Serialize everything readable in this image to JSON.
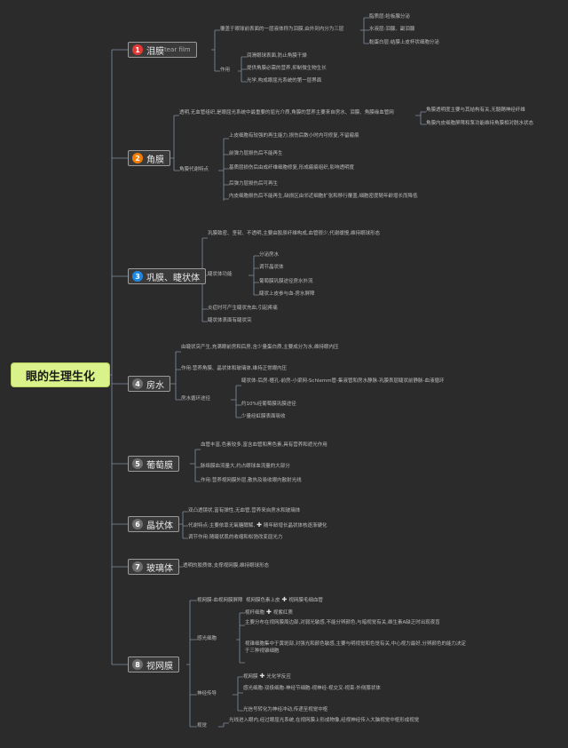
{
  "root": {
    "label": "眼的生理生化"
  },
  "colors": {
    "red": "#e53935",
    "orange": "#f57c00",
    "blue": "#1e88e5",
    "grey": "#6f6f6f",
    "root": "#d9f28a",
    "line": "#7f8f9f"
  },
  "nodes": [
    {
      "num": "1",
      "title": "泪膜",
      "sub": "tear film"
    },
    {
      "num": "2",
      "title": "角膜",
      "sub": ""
    },
    {
      "num": "3",
      "title": "巩膜、睫状体",
      "sub": ""
    },
    {
      "num": "4",
      "title": "房水",
      "sub": ""
    },
    {
      "num": "5",
      "title": "葡萄膜",
      "sub": ""
    },
    {
      "num": "6",
      "title": "晶状体",
      "sub": ""
    },
    {
      "num": "7",
      "title": "玻璃体",
      "sub": ""
    },
    {
      "num": "8",
      "title": "视网膜",
      "sub": ""
    }
  ],
  "n1": {
    "a": "覆盖于眼球前表面的一层液体称为泪膜,由外到内分为三层",
    "a1": "脂质层:睑板腺分泌",
    "a2": "水液层:泪腺、副泪腺",
    "a3": "黏蛋白层:结膜上皮杯状细胞分泌",
    "b": "作用",
    "b1": "润滑眼球表面,防止角膜干燥",
    "b2": "提供角膜必需的营养,抑制微生物生长",
    "b3": "光学,构成眼屈光系统的第一层界面"
  },
  "n2": {
    "a": "透明,无血管组织,是眼屈光系统中最重要的屈光介质,角膜的营养主要来自房水、泪膜、角膜缘血管网",
    "a1": "角膜透明度主要与其结构有关,无髓鞘神经纤维",
    "a2": "角膜内皮细胞屏障和泵功能维持角膜相对脱水状态",
    "b": "角膜代谢特点",
    "b1": "上皮细胞有较强的再生能力,损伤后数小时内可修复,不留瘢痕",
    "b2": "前弹力层损伤后不能再生",
    "b3": "基质层损伤后由成纤维细胞修复,形成瘢痕组织,影响透明度",
    "b4": "后弹力层损伤后可再生",
    "b5": "内皮细胞损伤后不能再生,缺损区由邻近细胞扩张和移行覆盖,细胞密度随年龄增长而降低"
  },
  "n3": {
    "a": "巩膜致密、坚韧、不透明,主要由胶原纤维构成,血管很少,代谢缓慢,维持眼球形态",
    "b": "睫状体功能",
    "b1": "分泌房水",
    "b2": "调节晶状体",
    "b3": "葡萄膜巩膜途径房水外流",
    "b4": "睫状上皮参与血-房水屏障",
    "c": "炎症时可产生睫状充血,引起疼痛",
    "d": "睫状体表面有睫状突"
  },
  "n4": {
    "a": "由睫状突产生,充满眼前房和后房,含少量蛋白质,主要成分为水,维持眼内压",
    "b": "作用:营养角膜、晶状体和玻璃体,维持正常眼内压",
    "c": "房水循环途径",
    "c1": "睫状体-后房-瞳孔-前房-小梁网-Schlemm管-集液管和房水静脉-巩膜表层睫状前静脉-血液循环",
    "c2": "约10%经葡萄膜巩膜途径",
    "c3": "少量经虹膜表面吸收"
  },
  "n5": {
    "a": "血管丰富,色素较多,富含血管和黑色素,具有营养和遮光作用",
    "b": "脉络膜血流量大,约占眼球血流量的大部分",
    "c": "作用:营养视网膜外层,散热及吸收眼内散射光线"
  },
  "n6": {
    "a": "双凸透镜状,富有弹性,无血管,营养来自房水和玻璃体",
    "b": "代谢特点:主要依靠无氧糖酵解,",
    "b2": "随年龄增长晶状体核逐渐硬化",
    "c": "调节作用:随睫状肌的收缩和松弛改变屈光力"
  },
  "n7": {
    "a": "透明的胶质体,支撑视网膜,维持眼球形态"
  },
  "n8": {
    "a": "视网膜-血视网膜屏障",
    "a2": "视网膜色素上皮",
    "a3": "视网膜毛细血管",
    "b": "感光细胞",
    "b1": "视杆细胞",
    "b1b": "视紫红质",
    "b2": "主要分布在视网膜周边部,对弱光敏感,不能分辨颜色,与暗视觉有关,维生素A缺乏时出现夜盲",
    "b3": "视锥细胞集中于黄斑部,对强光和颜色敏感,主要与明视觉和色觉有关,中心视力最好,分辨颜色的能力决定于三种视锥细胞",
    "c": "神经传导",
    "c1": "视网膜",
    "c1b": "光化学反应",
    "c2": "感光细胞-双极细胞-神经节细胞-视神经-视交叉-视束-外侧膝状体",
    "c3": "光信号转化为神经冲动,传递至视觉中枢",
    "d": "视觉",
    "d1": "光线进入眼内,经过眼屈光系统,在视网膜上形成物像,经视神经传入大脑视觉中枢形成视觉"
  }
}
